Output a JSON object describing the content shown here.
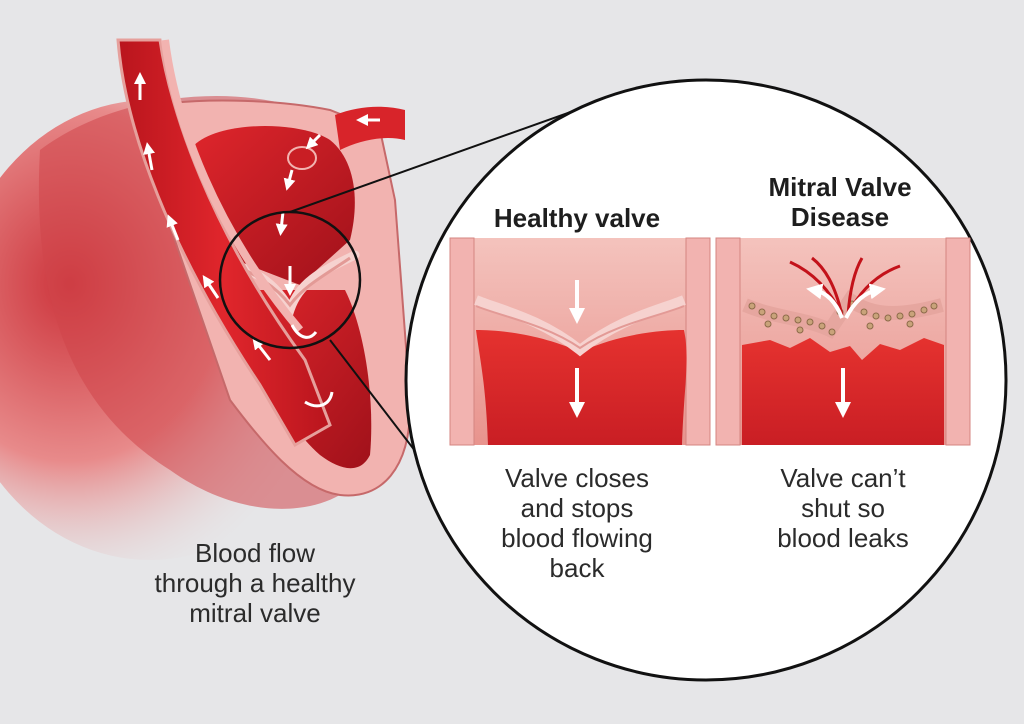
{
  "left_caption": "Blood flow\nthrough a healthy\nmitral valve",
  "panels": [
    {
      "title": "Healthy valve",
      "caption": "Valve closes\nand stops\nblood flowing\nback"
    },
    {
      "title": "Mitral Valve\nDisease",
      "caption": "Valve can’t\nshut so\nblood leaks"
    }
  ],
  "colors": {
    "background": "#e6e6e8",
    "blood": "#d8242a",
    "blood_dark": "#a8141c",
    "tissue": "#e88c88",
    "wall": "#f2b3b0",
    "outline": "#111111"
  }
}
